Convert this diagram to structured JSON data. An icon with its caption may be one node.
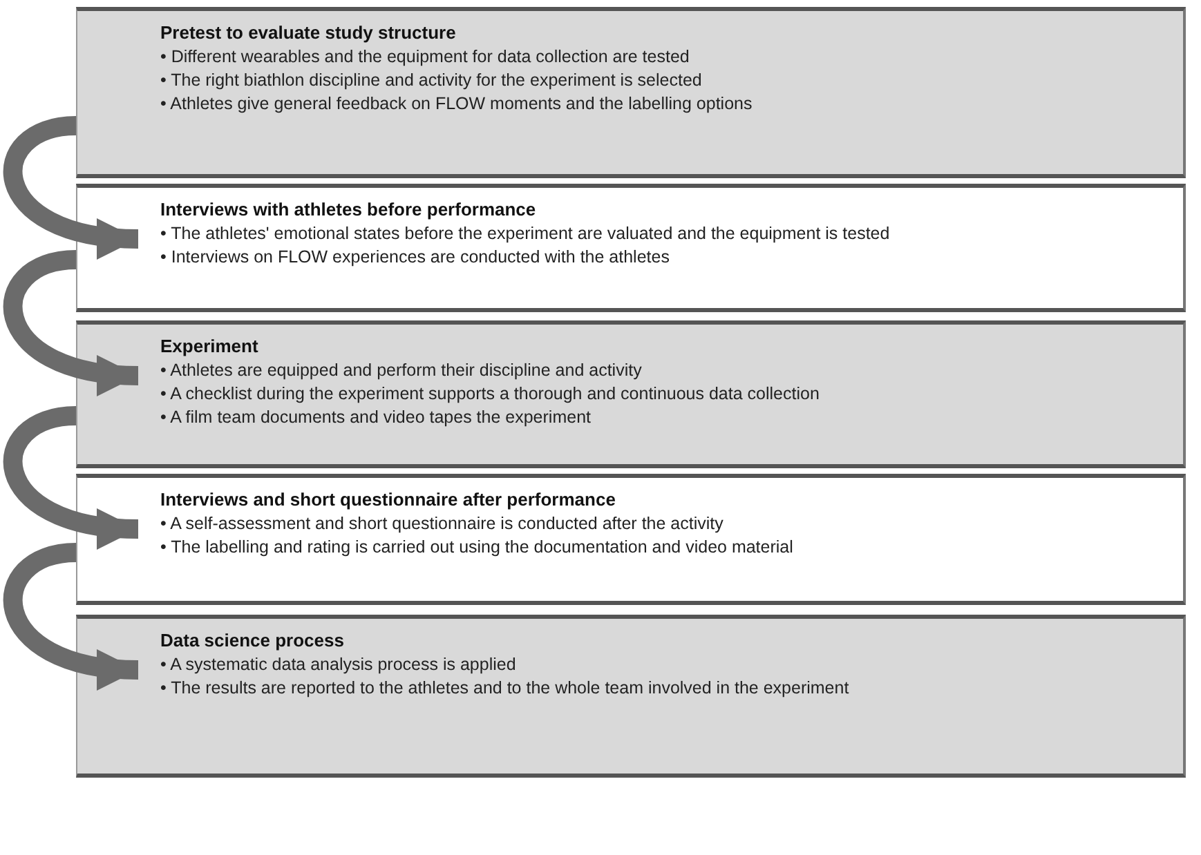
{
  "diagram": {
    "nodes": [
      {
        "text": [
          "Pretest to evaluate study structure",
          "• Different wearables and the equipment for data collection are tested",
          "• The right biathlon discipline and activity for the experiment is selected",
          "• Athletes give general feedback on FLOW moments and the labelling options"
        ]
      },
      {
        "text": [
          "Interviews with athletes before performance",
          "• The athletes' emotional states before the experiment are valuated and the equipment is tested",
          "• Interviews on FLOW experiences are conducted with the athletes"
        ]
      },
      {
        "text": [
          "Experiment",
          "• Athletes are equipped and perform their discipline and activity",
          "• A checklist during the experiment supports a thorough and continuous data collection",
          "• A film team documents and video tapes the experiment"
        ]
      },
      {
        "text": [
          "Interviews and short questionnaire after performance",
          "• A self-assessment and short questionnaire is conducted after the activity",
          "• The labelling and rating is carried out using the documentation and video material"
        ]
      },
      {
        "text": [
          "Data science process",
          "• A systematic data analysis process is applied",
          "• The results are reported to the athletes and to the whole team involved in the experiment"
        ]
      }
    ],
    "edges": [
      {
        "from": 0,
        "to": 1,
        "arrow": "to"
      },
      {
        "from": 1,
        "to": 2,
        "arrow": "to"
      },
      {
        "from": 2,
        "to": 3,
        "arrow": "to"
      },
      {
        "from": 3,
        "to": 4,
        "arrow": "to"
      }
    ]
  }
}
